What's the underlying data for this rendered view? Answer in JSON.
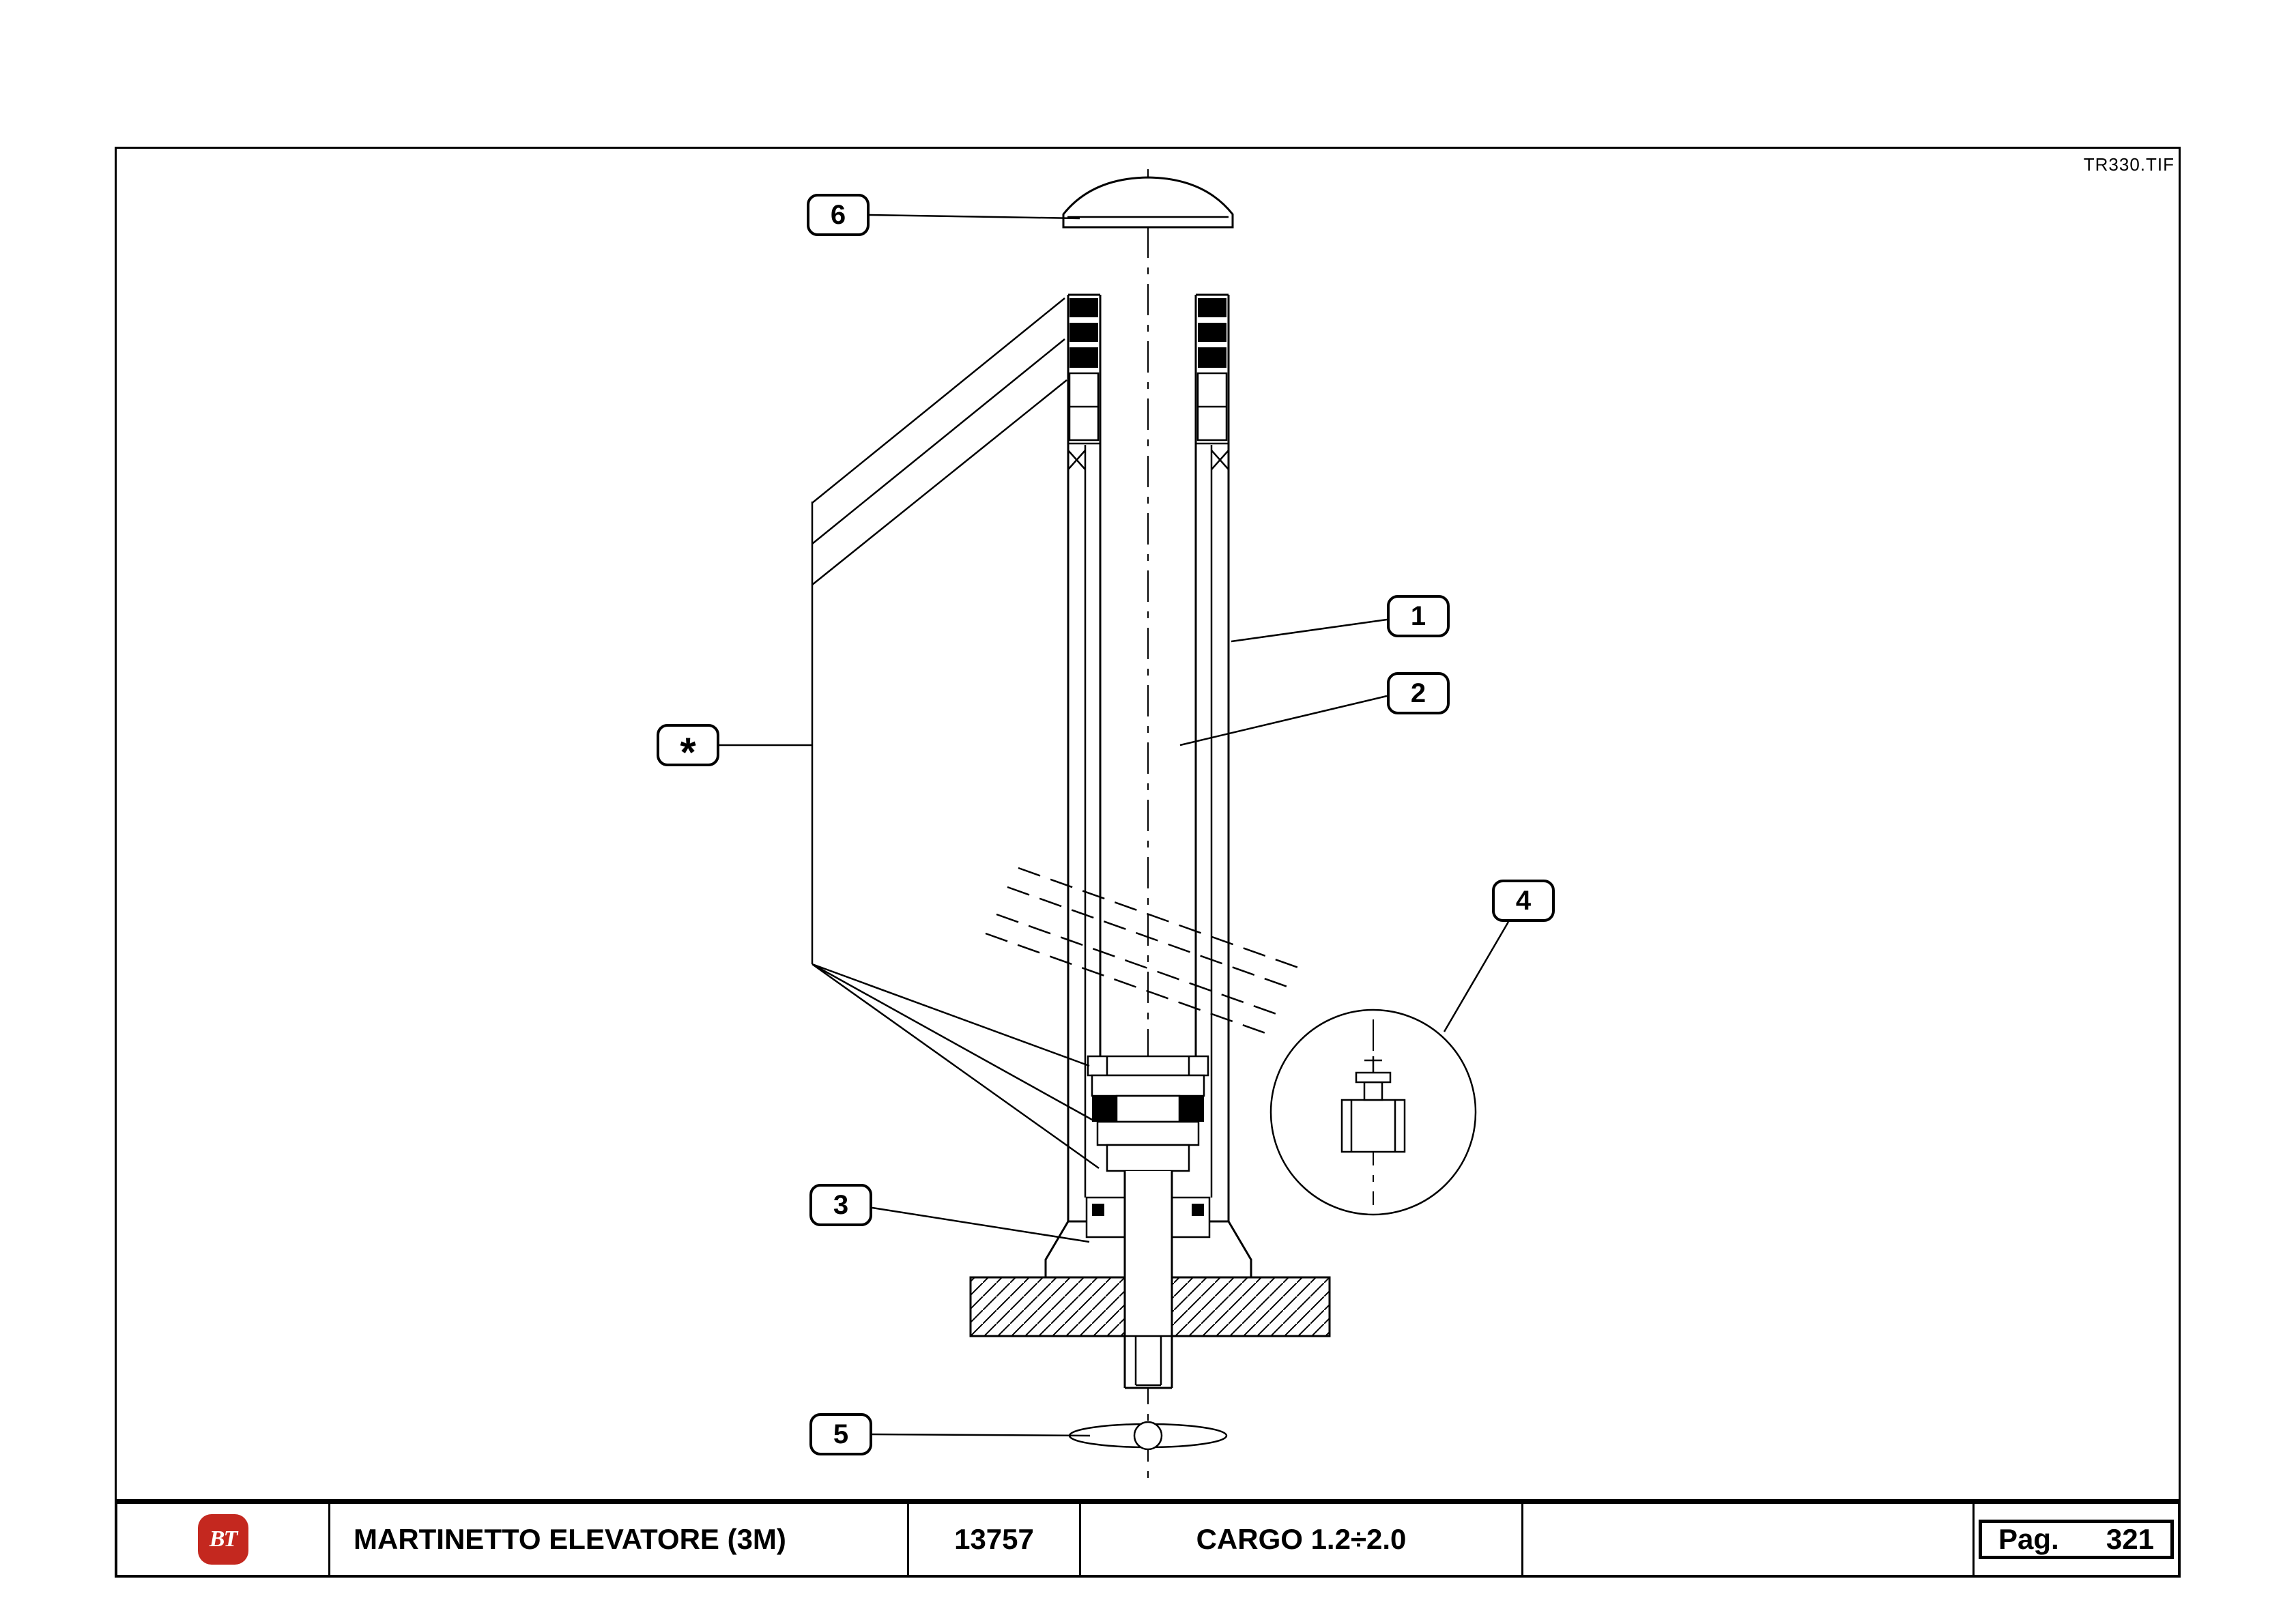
{
  "meta": {
    "tif_label": "TR330.TIF"
  },
  "callouts": {
    "n1": "1",
    "n2": "2",
    "n3": "3",
    "n4": "4",
    "n5": "5",
    "n6": "6",
    "star": "*"
  },
  "footer": {
    "logo_text": "BT",
    "title": "MARTINETTO ELEVATORE (3M)",
    "code": "13757",
    "model": "CARGO 1.2÷2.0",
    "page_label": "Pag.",
    "page_number": "321"
  },
  "colors": {
    "logo_red": "#c4281f",
    "line_black": "#000000"
  }
}
